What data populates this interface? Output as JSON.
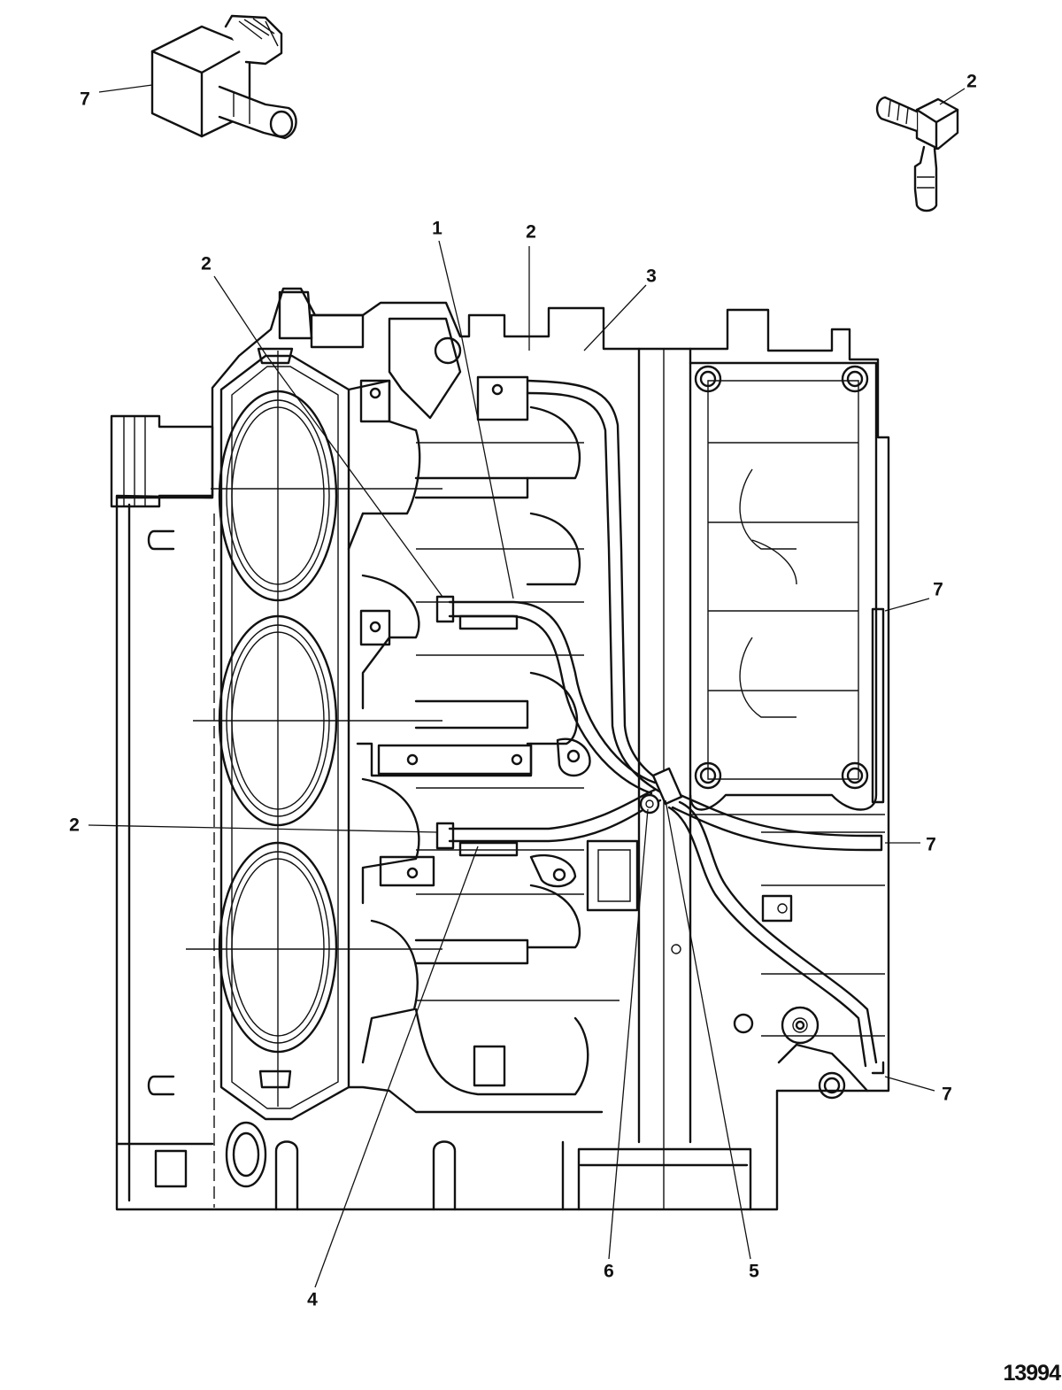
{
  "colors": {
    "ink": "#111111",
    "paper": "#ffffff"
  },
  "callouts": [
    {
      "id": "c7-top",
      "text": "7"
    },
    {
      "id": "c2-topright",
      "text": "2"
    },
    {
      "id": "c1",
      "text": "1"
    },
    {
      "id": "c2-top",
      "text": "2"
    },
    {
      "id": "c3",
      "text": "3"
    },
    {
      "id": "c2-left-top",
      "text": "2"
    },
    {
      "id": "c7-right-1",
      "text": "7"
    },
    {
      "id": "c2-left-mid",
      "text": "2"
    },
    {
      "id": "c7-right-2",
      "text": "7"
    },
    {
      "id": "c7-right-3",
      "text": "7"
    },
    {
      "id": "c6",
      "text": "6"
    },
    {
      "id": "c5",
      "text": "5"
    },
    {
      "id": "c4",
      "text": "4"
    }
  ],
  "figure_number": "13994"
}
